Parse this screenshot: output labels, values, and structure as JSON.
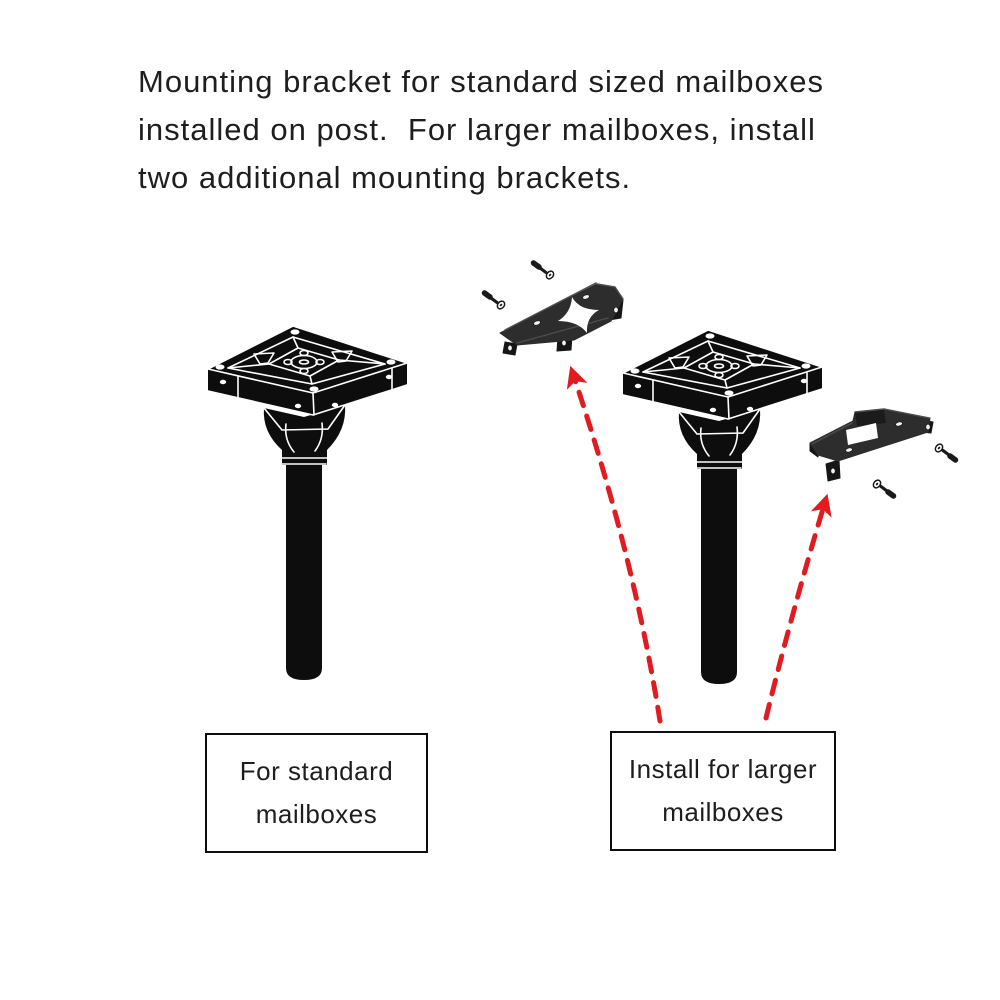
{
  "header": {
    "lines": [
      "Mounting bracket for standard sized mailboxes",
      "installed on post.  For larger mailboxes, install",
      "two additional mounting brackets."
    ]
  },
  "figures": {
    "standard": {
      "caption_line1": "For standard",
      "caption_line2": "mailboxes"
    },
    "larger": {
      "caption_line1": "Install for larger",
      "caption_line2": "mailboxes"
    }
  },
  "illustration": {
    "post_icon": "post-with-square-mounting-plate",
    "top_bracket_icon": "mounting-bracket-star-cutout",
    "right_bracket_icon": "mounting-bracket-slot-cutout",
    "screw_icon": "screw-with-washer",
    "arrow_icon": "red-dashed-arrow-up"
  },
  "colors": {
    "text_color": "#1e1e1e",
    "ink": "#0d0d0d",
    "bracket_top": "#2d2d2d",
    "bracket_side": "#161616",
    "bracket_step": "#1b1b1b",
    "arrow_red": "#e01c20",
    "box_border": "#0d0d0d",
    "hole_fill": "#f2f2f2",
    "page_bg": "#ffffff"
  }
}
